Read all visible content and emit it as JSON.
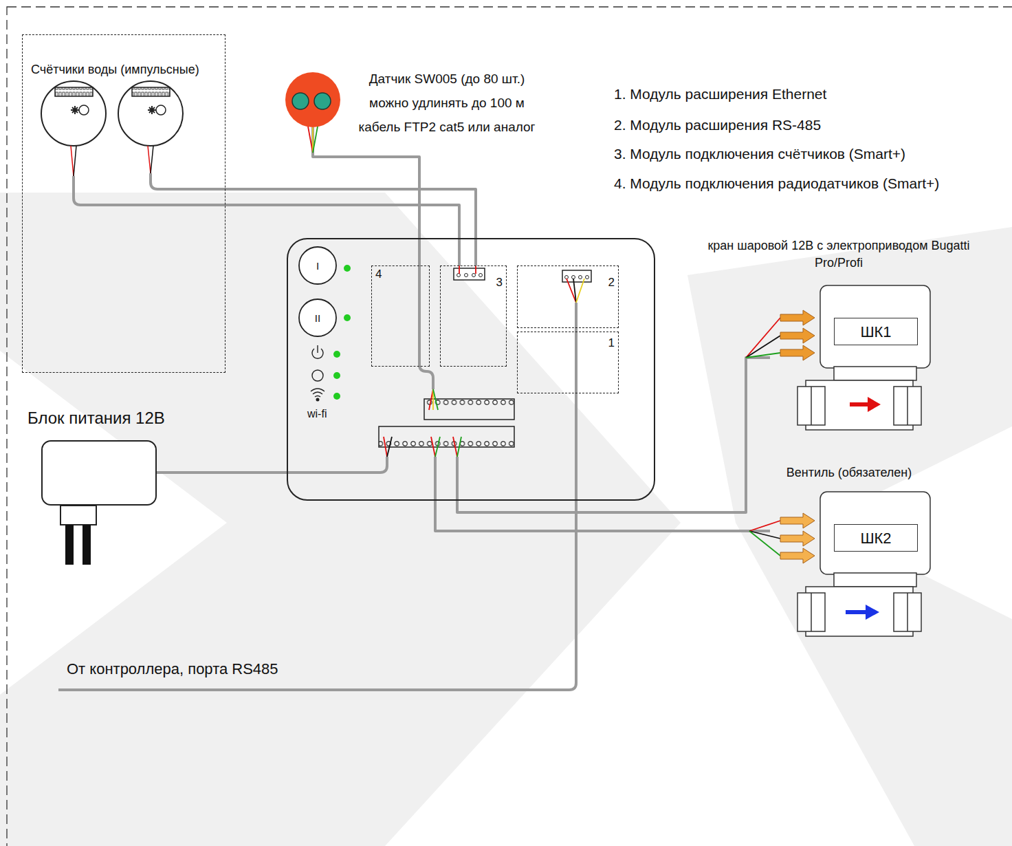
{
  "diagram": {
    "nodes": [
      {
        "text": [
          "Счётчики воды (импульсные)"
        ]
      },
      {
        "text": [
          "Датчик SW005 (до 80 шт.) можно удлинять до 100 м кабель FTP2 cat5 или аналог"
        ]
      },
      {
        "text": [
          "wi-fi"
        ]
      },
      {
        "text": [
          "4"
        ],
        "in": 2
      },
      {
        "text": [
          "3"
        ],
        "in": 2
      },
      {
        "text": [
          "2"
        ],
        "in": 2
      },
      {
        "text": [
          "1"
        ],
        "in": 2
      },
      {
        "text": [
          "кран шаровой 12В с электроприводом Bugatti Pro/Profi",
          "ШК1"
        ]
      },
      {
        "text": [
          "Вентиль (обязателен)",
          "ШК2"
        ]
      },
      {
        "text": [
          "Блок питания 12В"
        ]
      }
    ],
    "edges": [
      {
        "from": 0,
        "to": 4,
        "arrow": "none"
      },
      {
        "from": 0,
        "to": 4,
        "arrow": "none"
      },
      {
        "from": 1,
        "to": 2,
        "arrow": "none"
      },
      {
        "from": 9,
        "to": 2,
        "arrow": "none"
      },
      {
        "from": 2,
        "to": 7,
        "arrow": "none"
      },
      {
        "from": 2,
        "to": 8,
        "arrow": "none"
      }
    ],
    "labels": [
      "1. Модуль расширения Ethernet",
      "2. Модуль расширения RS-485",
      "3. Модуль подключения счётчиков (Smart+)",
      "4. Модуль подключения радиодатчиков (Smart+)",
      "I",
      "II",
      "От контроллера, порта RS485"
    ]
  }
}
